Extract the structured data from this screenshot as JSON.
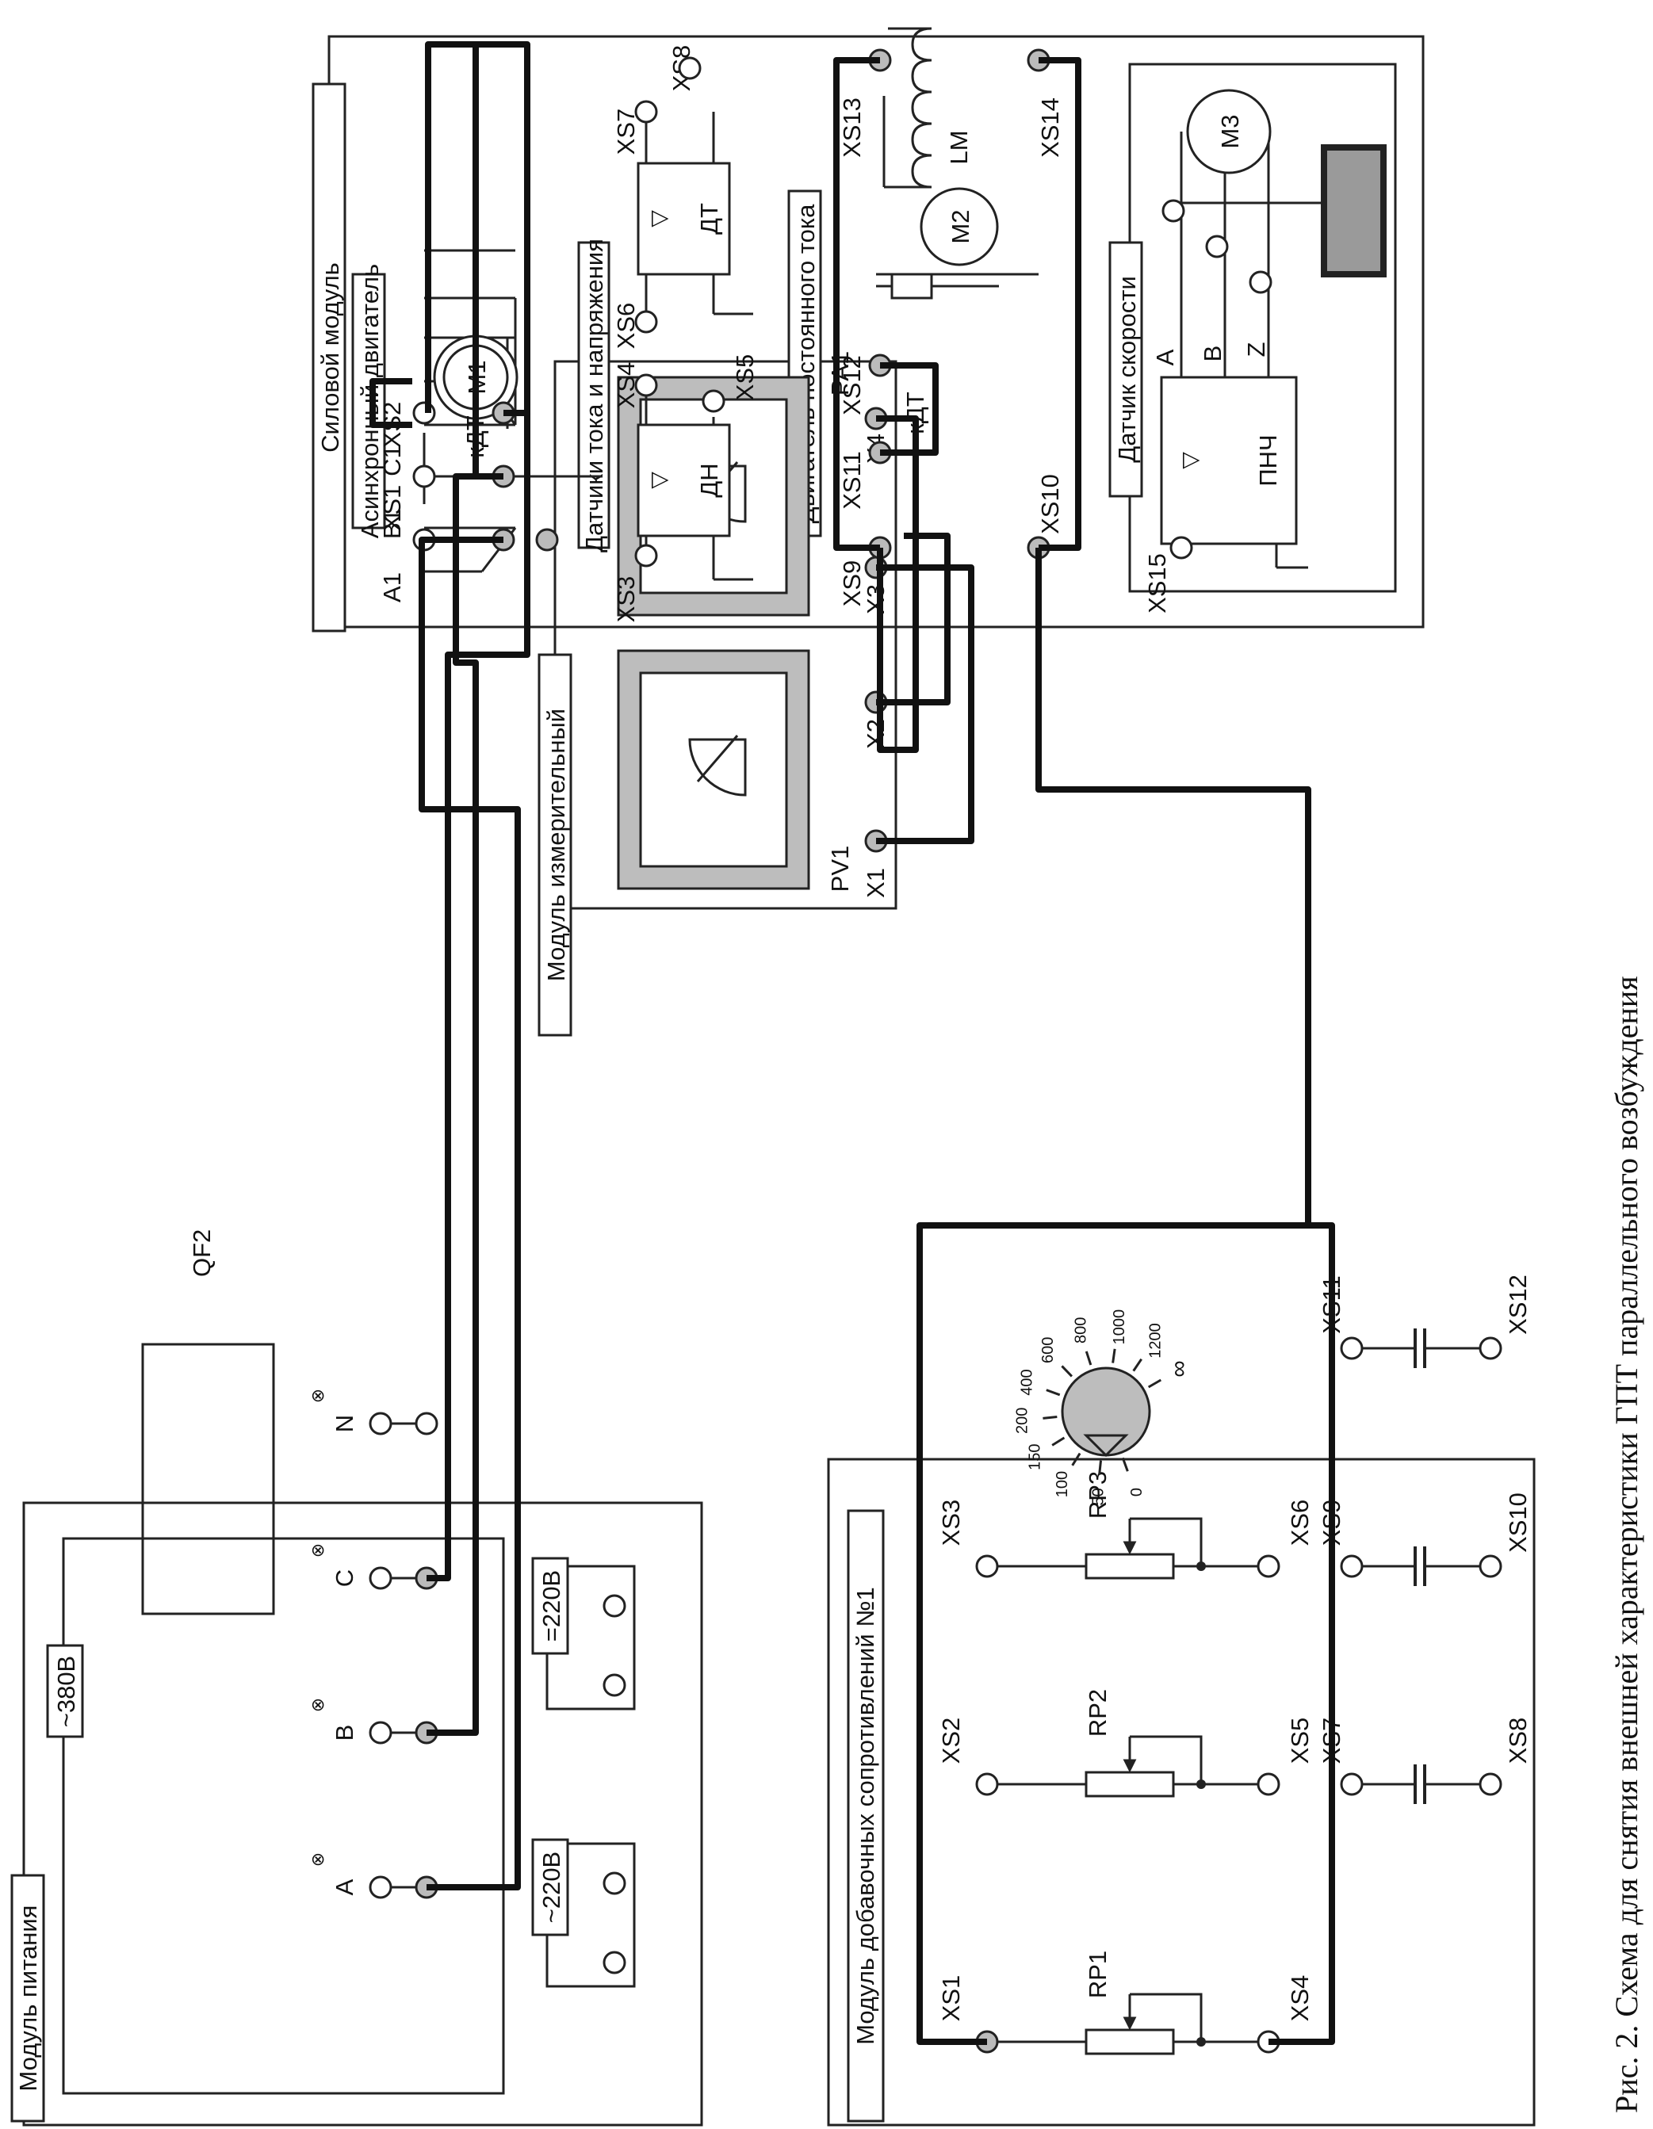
{
  "caption": "Рис. 2. Схема для снятия внешней характеристики ГПТ параллельного возбуждения",
  "power_supply": {
    "title": "Модуль питания",
    "ac3": "~380В",
    "breaker": "QF2",
    "phase_a": "A",
    "phase_b": "B",
    "phase_c": "C",
    "neutral": "N",
    "ac1": "~220В",
    "dc": "=220В"
  },
  "measuring": {
    "title": "Модуль измерительный",
    "voltmeter": "PV1",
    "ammeter": "PA1",
    "x1": "X1",
    "x2": "X2",
    "x3": "X3",
    "x4": "X4"
  },
  "resistors": {
    "title": "Модуль добавочных сопротивлений №1",
    "rp1": "RP1",
    "rp2": "RP2",
    "rp3": "RP3",
    "xs1": "XS1",
    "xs2": "XS2",
    "xs3": "XS3",
    "xs4": "XS4",
    "xs5": "XS5",
    "xs6": "XS6",
    "xs7": "XS7",
    "xs8": "XS8",
    "xs9": "XS9",
    "xs10": "XS10",
    "xs11": "XS11",
    "xs12": "XS12",
    "dial": [
      "0",
      "50",
      "100",
      "150",
      "200",
      "400",
      "600",
      "800",
      "1000",
      "1200",
      "∞"
    ]
  },
  "power_module": {
    "title": "Силовой модуль",
    "induction": {
      "title": "Асинхронный двигатель",
      "motor": "M1",
      "sensor": "кДТ",
      "xs1": "XS1",
      "xs2": "XS2",
      "a1": "A1",
      "b1": "B1",
      "c1": "C1"
    },
    "sensors": {
      "title": "Датчики тока и напряжения",
      "voltage": "ДН",
      "current": "ДТ",
      "xs3": "XS3",
      "xs4": "XS4",
      "xs5": "XS5",
      "xs6": "XS6",
      "xs7": "XS7",
      "xs8": "XS8"
    },
    "dc_motor": {
      "title": "Двигатель постоянного тока",
      "motor": "M2",
      "field": "LM",
      "sensor": "кДТ",
      "xs9": "XS9",
      "xs10": "XS10",
      "xs11": "XS11",
      "xs12": "XS12",
      "xs13": "XS13",
      "xs14": "XS14"
    },
    "speed": {
      "title": "Датчик скорости",
      "motor": "M3",
      "converter": "ПНЧ",
      "a": "A",
      "b": "B",
      "z": "Z",
      "xs15": "XS15"
    }
  }
}
